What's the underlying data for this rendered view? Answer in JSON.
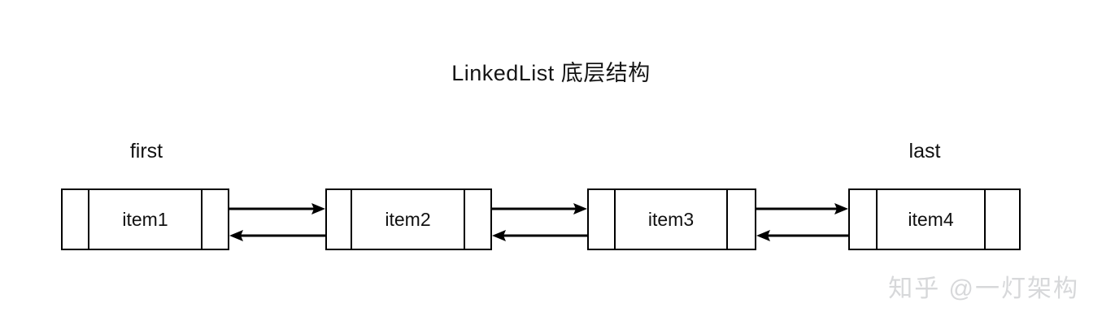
{
  "diagram": {
    "title": "LinkedList 底层结构",
    "type": "doubly-linked-list",
    "node_count": 4,
    "nodes": [
      {
        "id": "node-1",
        "value": "item1",
        "pointer_label": "first",
        "prev_cell": "",
        "next_cell": ""
      },
      {
        "id": "node-2",
        "value": "item2",
        "pointer_label": "",
        "prev_cell": "",
        "next_cell": ""
      },
      {
        "id": "node-3",
        "value": "item3",
        "pointer_label": "",
        "prev_cell": "",
        "next_cell": ""
      },
      {
        "id": "node-4",
        "value": "item4",
        "pointer_label": "last",
        "prev_cell": "",
        "next_cell": ""
      }
    ],
    "pointer_labels": [
      {
        "name": "first",
        "text": "first",
        "target_node": "node-1"
      },
      {
        "name": "last",
        "text": "last",
        "target_node": "node-4"
      }
    ],
    "links": [
      {
        "from": "node-1",
        "to": "node-2",
        "forward": "next",
        "backward": "prev"
      },
      {
        "from": "node-2",
        "to": "node-3",
        "forward": "next",
        "backward": "prev"
      },
      {
        "from": "node-3",
        "to": "node-4",
        "forward": "next",
        "backward": "prev"
      }
    ],
    "colors": {
      "background": "#ffffff",
      "stroke": "#000000",
      "text": "#111111",
      "watermark": "#d7d8da"
    }
  },
  "watermark": {
    "text": "知乎 @一灯架构"
  }
}
